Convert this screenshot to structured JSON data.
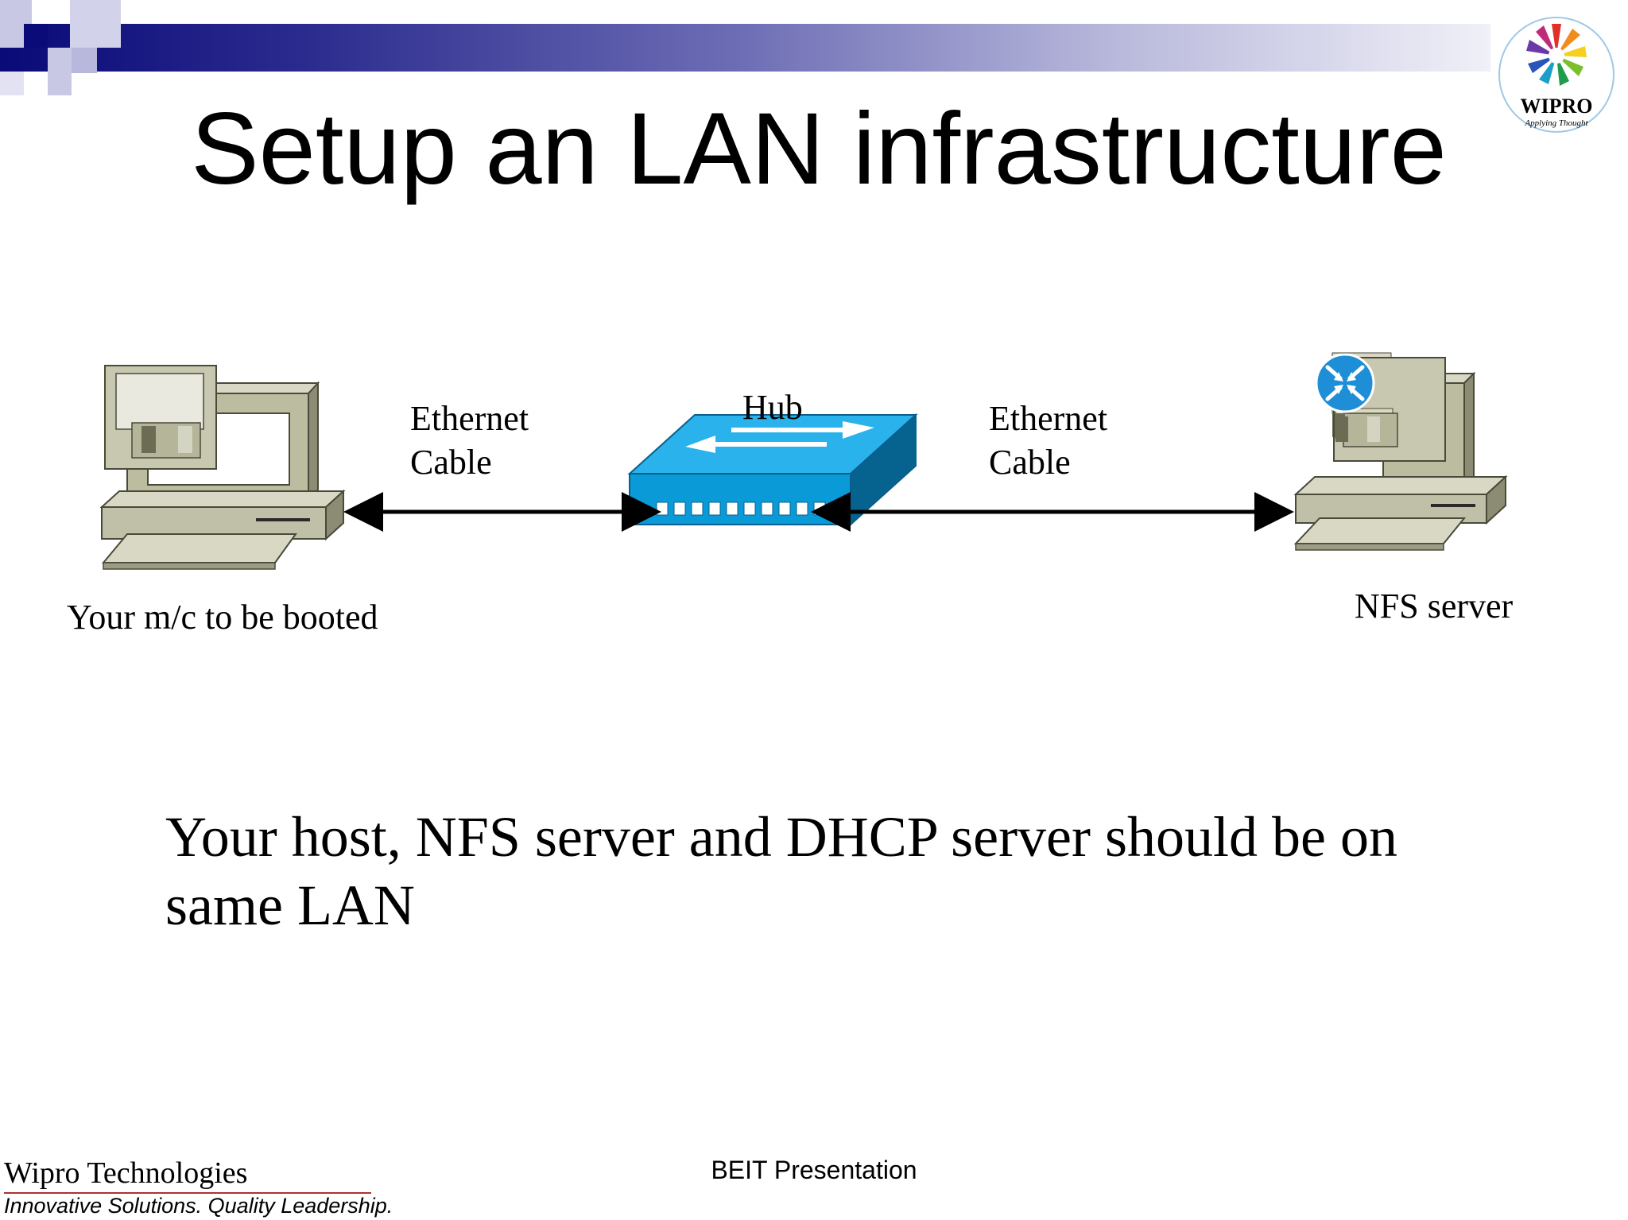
{
  "slide": {
    "title": "Setup an LAN infrastructure",
    "body_text": "Your host, NFS server and DHCP server should be on same LAN",
    "brand_color": "#0a0a78"
  },
  "logo": {
    "name": "WIPRO",
    "tagline": "Applying Thought"
  },
  "diagram": {
    "left_machine_label": "Your m/c to be booted",
    "left_cable_label_line1": "Ethernet",
    "left_cable_label_line2": "Cable",
    "hub_label": "Hub",
    "right_cable_label_line1": "Ethernet",
    "right_cable_label_line2": "Cable",
    "right_machine_label": "NFS server",
    "hub_color": "#0a9ad8",
    "server_badge_color": "#1e8fd6"
  },
  "footer": {
    "company": "Wipro Technologies",
    "tagline": "Innovative Solutions. Quality Leadership.",
    "center_text": "BEIT Presentation"
  }
}
